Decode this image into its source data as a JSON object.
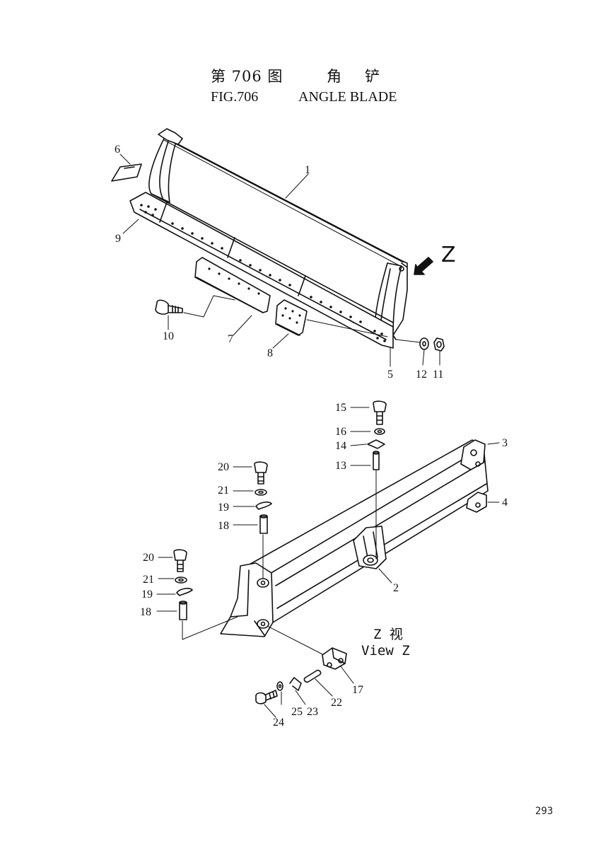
{
  "title": {
    "cn_fig": "第 706 图",
    "cn_name_a": "角",
    "cn_name_b": "铲",
    "en_fig": "FIG.706",
    "en_name": "ANGLE BLADE"
  },
  "upper_callouts": [
    "1",
    "6",
    "9",
    "10",
    "7",
    "8",
    "5",
    "12",
    "11"
  ],
  "lower_callouts": [
    "15",
    "16",
    "14",
    "13",
    "3",
    "4",
    "2",
    "20",
    "21",
    "19",
    "18",
    "20",
    "21",
    "19",
    "18",
    "17",
    "22",
    "23",
    "25",
    "24"
  ],
  "view_z": {
    "arrow_label": "Z",
    "cn": "Z 视",
    "en": "View Z"
  },
  "page_number": "293"
}
